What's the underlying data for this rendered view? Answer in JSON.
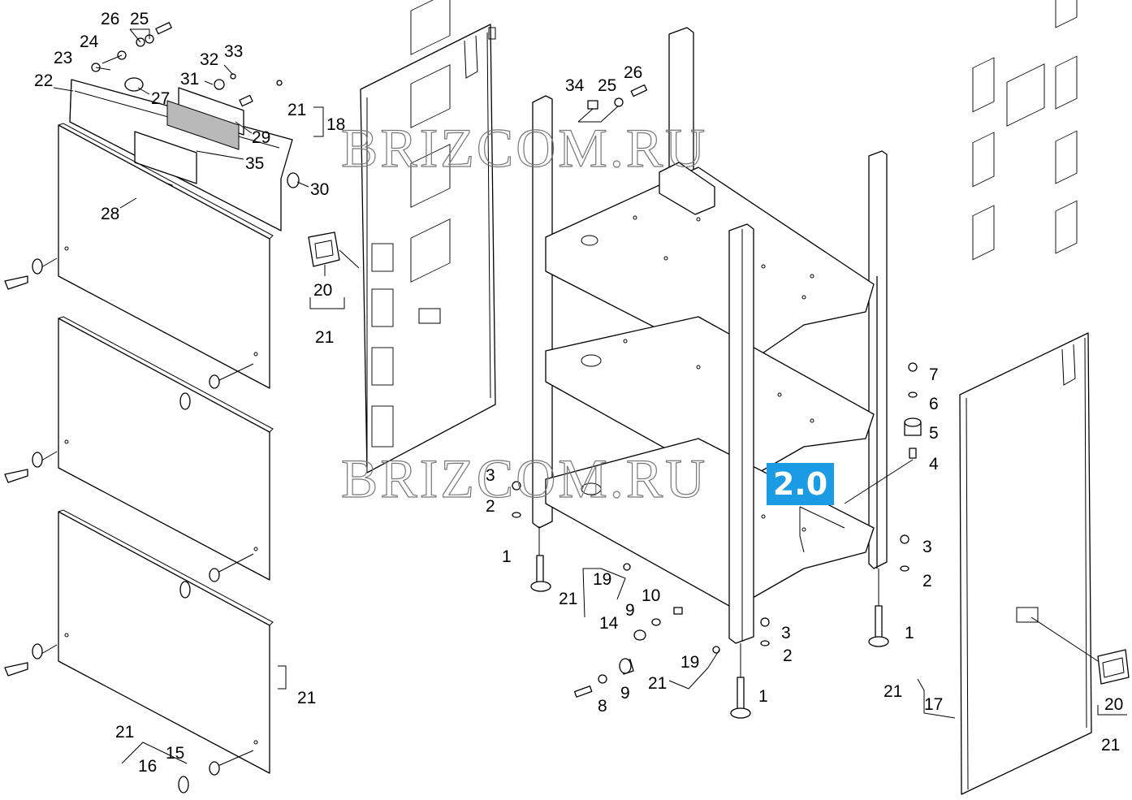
{
  "badge": "2.0",
  "watermark": "BRIZCOM.RU",
  "callouts": {
    "door_top": [
      "26",
      "25",
      "24",
      "23",
      "22",
      "27",
      "31",
      "32",
      "33",
      "29",
      "35",
      "30",
      "28"
    ],
    "side_left": [
      "21",
      "18",
      "20",
      "21"
    ],
    "frame": [
      "34",
      "25",
      "26",
      "3",
      "2",
      "1",
      "19",
      "21",
      "10",
      "9",
      "14",
      "9",
      "8",
      "19",
      "21",
      "3",
      "2",
      "1",
      "7",
      "6",
      "5",
      "4",
      "3",
      "2",
      "1"
    ],
    "doors": [
      "21",
      "21",
      "15",
      "16"
    ],
    "side_right": [
      "21",
      "17",
      "20",
      "21"
    ]
  }
}
